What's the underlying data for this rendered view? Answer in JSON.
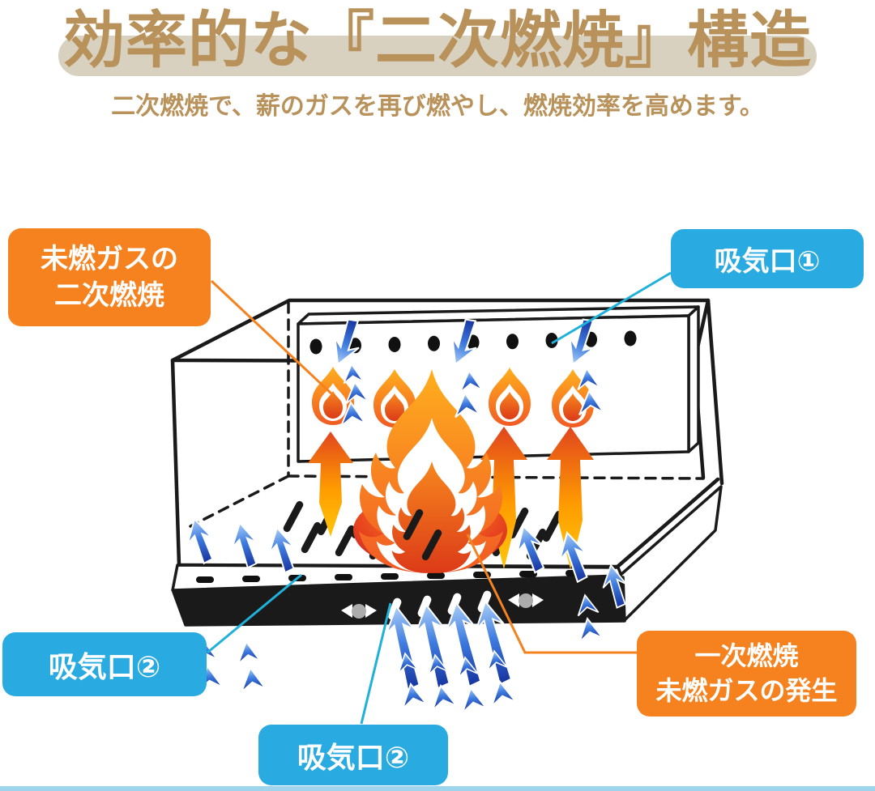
{
  "header": {
    "title": "効率的な『二次燃焼』構造",
    "subtitle": "二次燃焼で、薪のガスを再び燃やし、燃焼効率を高めます。",
    "title_color": "#B8925A",
    "banner_color": "#D9D1C0"
  },
  "callouts": {
    "secondary_combustion": {
      "line1": "未燃ガスの",
      "line2": "二次燃焼",
      "color": "#F5821F"
    },
    "intake_1": {
      "text": "吸気口①",
      "color": "#29ABE2"
    },
    "intake_2_left": {
      "text": "吸気口②",
      "color": "#29ABE2"
    },
    "intake_2_bottom": {
      "text": "吸気口②",
      "color": "#29ABE2"
    },
    "primary_combustion": {
      "line1": "一次燃焼",
      "line2": "未燃ガスの発生",
      "color": "#F5821F"
    }
  },
  "diagram": {
    "air_holes": 9,
    "small_flames": 4,
    "hot_gas_up_arrows": 3,
    "front_strip_slots": 9,
    "base_slots": 4,
    "wing_nuts": 2,
    "colors": {
      "line_black": "#1A1A1A",
      "air_arrow_blue": "#3F7CE0",
      "flame_orange": "#F7931E",
      "leader_cyan": "#1FB1D9",
      "leader_orange": "#F5821F"
    }
  },
  "footer": {
    "divider_color": "#9ED4EC"
  }
}
